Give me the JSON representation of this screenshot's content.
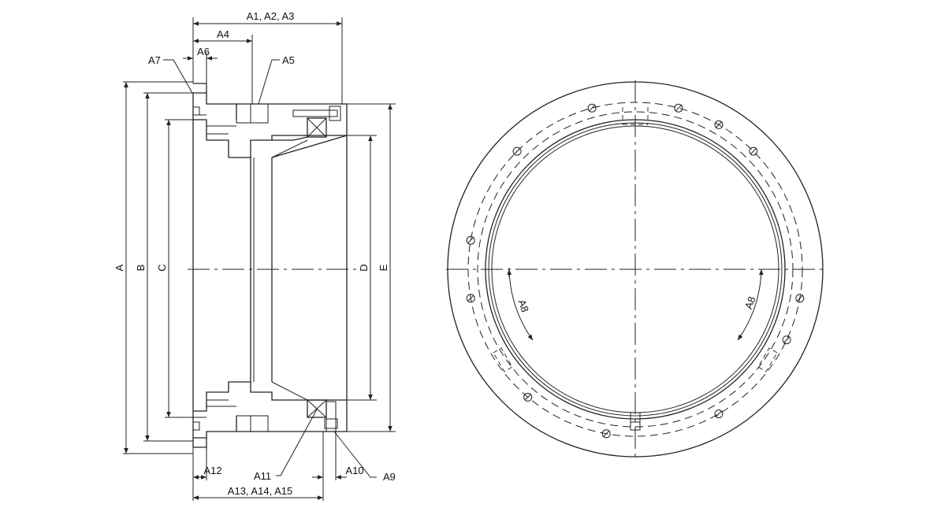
{
  "labels": {
    "a1_a2_a3": "A1, A2, A3",
    "a4": "A4",
    "a5": "A5",
    "a6": "A6",
    "a7": "A7",
    "a8_left": "A8",
    "a8_right": "A8",
    "a9": "A9",
    "a10": "A10",
    "a11": "A11",
    "a12": "A12",
    "a13_a14_a15": "A13, A14, A15",
    "a": "A",
    "b": "B",
    "c": "C",
    "d": "D",
    "e": "E"
  }
}
